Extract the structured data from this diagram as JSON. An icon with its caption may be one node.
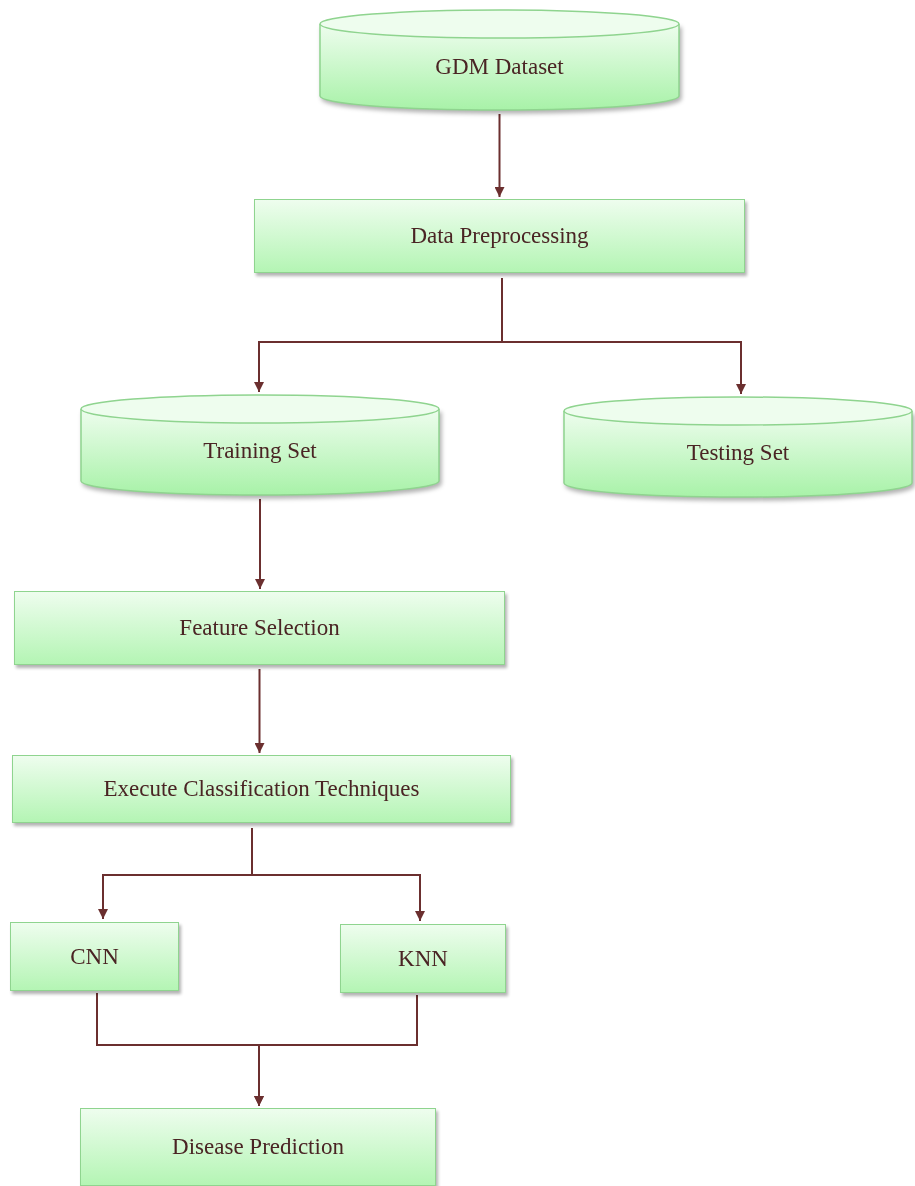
{
  "diagram": {
    "nodes": [
      {
        "text": [
          "GDM Dataset"
        ]
      },
      {
        "text": [
          "Data Preprocessing"
        ]
      },
      {
        "text": [
          "Training Set"
        ]
      },
      {
        "text": [
          "Testing Set"
        ]
      },
      {
        "text": [
          "Feature Selection"
        ]
      },
      {
        "text": [
          "Execute Classification Techniques"
        ]
      },
      {
        "text": [
          "CNN"
        ]
      },
      {
        "text": [
          "KNN"
        ]
      },
      {
        "text": [
          "Disease Prediction"
        ]
      }
    ],
    "edges": [
      {
        "from": 0,
        "to": 1,
        "arrow": "to"
      },
      {
        "from": 1,
        "to": 2,
        "arrow": "to"
      },
      {
        "from": 1,
        "to": 3,
        "arrow": "to"
      },
      {
        "from": 2,
        "to": 4,
        "arrow": "to"
      },
      {
        "from": 4,
        "to": 5,
        "arrow": "to"
      },
      {
        "from": 5,
        "to": 6,
        "arrow": "to"
      },
      {
        "from": 5,
        "to": 7,
        "arrow": "to"
      },
      {
        "from": 6,
        "to": 8,
        "arrow": "to"
      },
      {
        "from": 7,
        "to": 8,
        "arrow": "to"
      }
    ]
  }
}
